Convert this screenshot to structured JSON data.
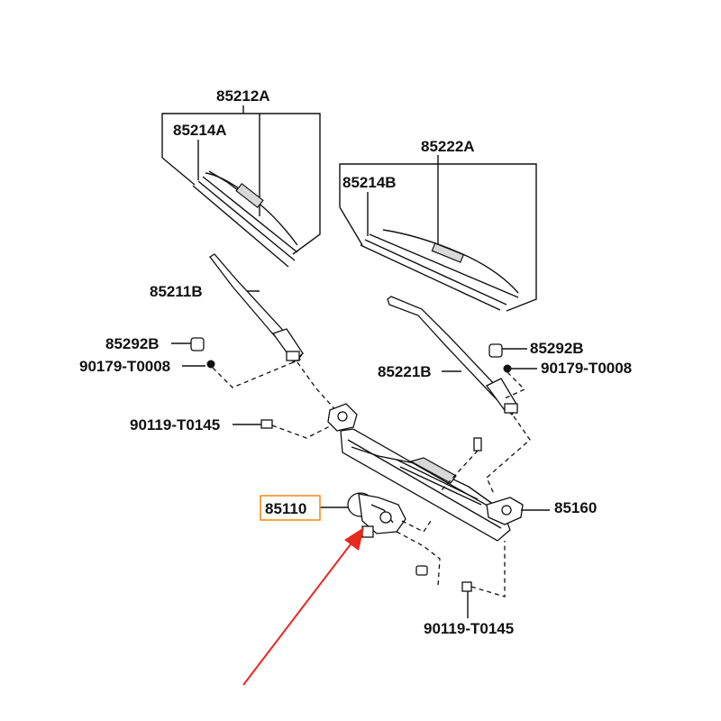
{
  "diagram": {
    "labels": {
      "blade_assy_left": "85212A",
      "blade_rubber_left": "85214A",
      "blade_assy_right": "85222A",
      "blade_rubber_right": "85214B",
      "arm_left": "85211B",
      "cap_left": "85292B",
      "nut_left": "90179-T0008",
      "bolt_left": "90119-T0145",
      "arm_right": "85221B",
      "cap_right": "85292B",
      "nut_right": "90179-T0008",
      "motor": "85110",
      "link": "85160",
      "bolt_bottom": "90119-T0145"
    },
    "highlight": {
      "part": "85110",
      "box_color": "#f09020",
      "arrow_color": "#e8281e"
    }
  }
}
